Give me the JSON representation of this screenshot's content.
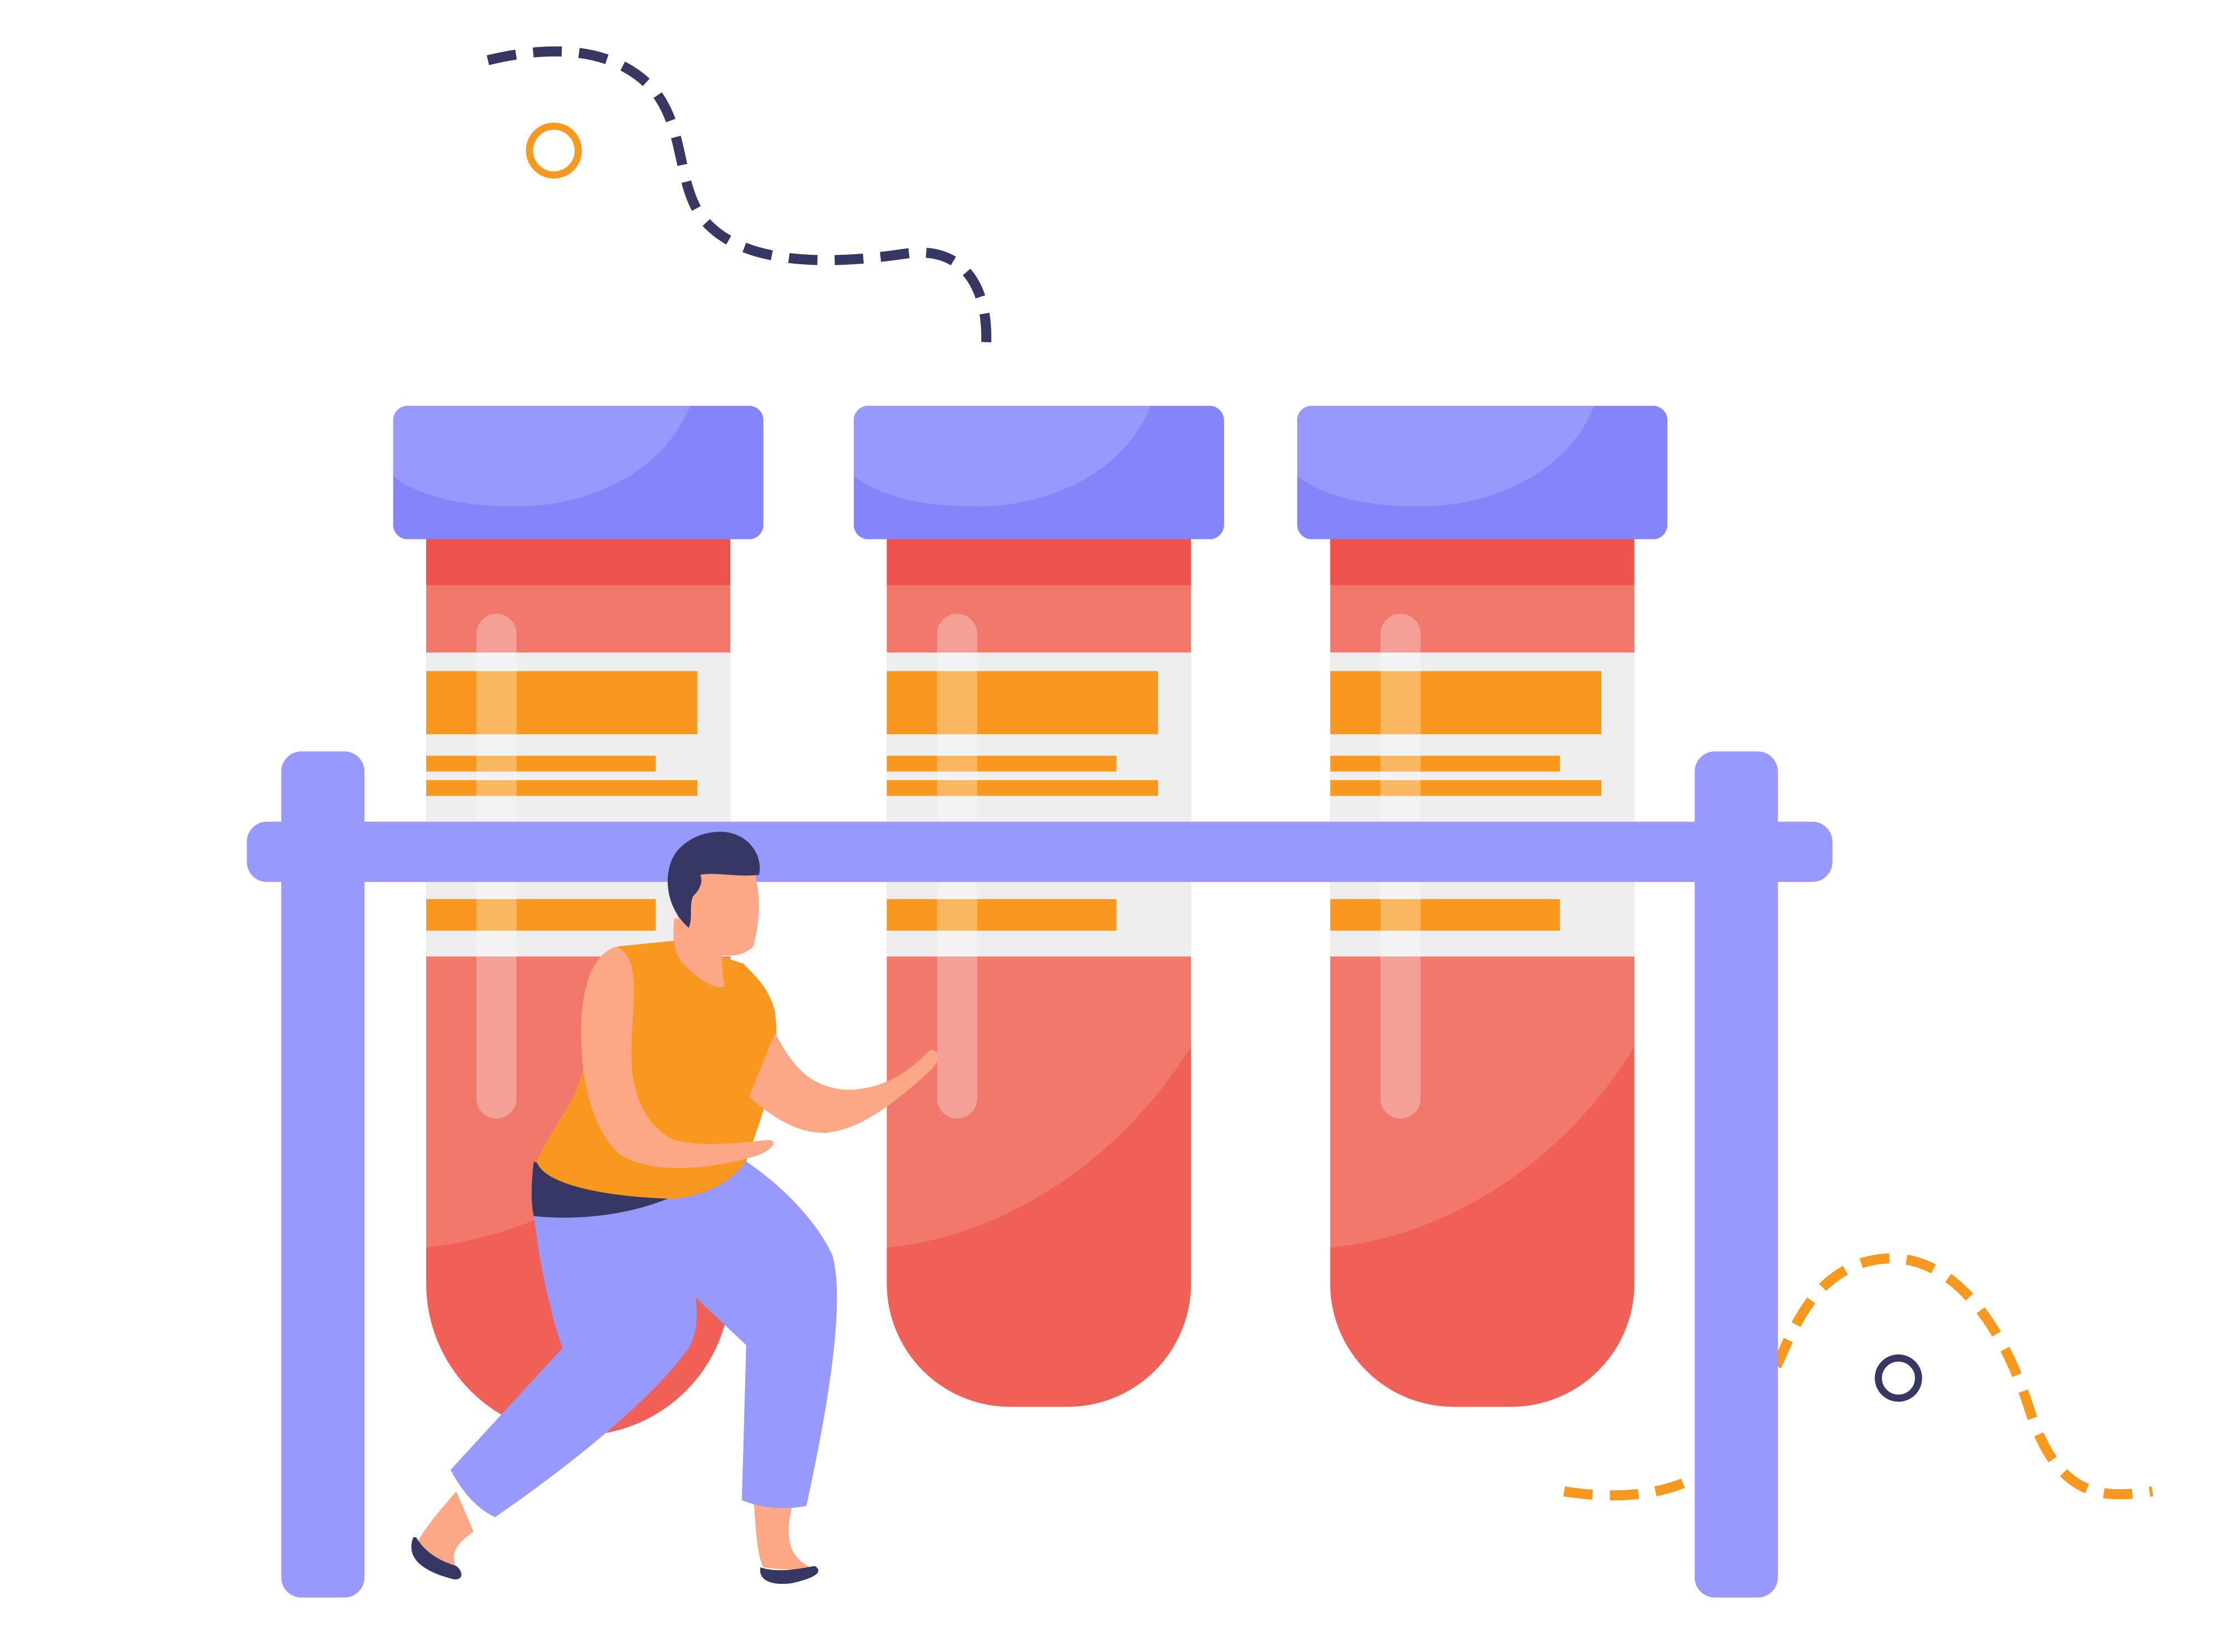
{
  "illustration": {
    "subject": "person-pushing-blood-test-tube-rack",
    "tube_count": 3,
    "icons": [
      "test-tube-icon",
      "tube-rack-icon",
      "person-figure",
      "dashed-path-decoration",
      "ring-decoration"
    ]
  },
  "colors": {
    "background": "#ffffff",
    "cap_light": "#9899fd",
    "cap_dark": "#8484fb",
    "rack": "#9899fd",
    "tube_top_band": "#ee544d",
    "blood_light": "#f1786b",
    "blood_dark": "#f06057",
    "label_bg": "#eeeeee",
    "label_stripe": "#f8981e",
    "tube_highlight": "#ffffff",
    "skin": "#fca786",
    "shirt": "#f8981e",
    "pants": "#9899fd",
    "hair": "#363763",
    "belt": "#363763",
    "dash_navy": "#363763",
    "dash_orange": "#f8981e"
  }
}
